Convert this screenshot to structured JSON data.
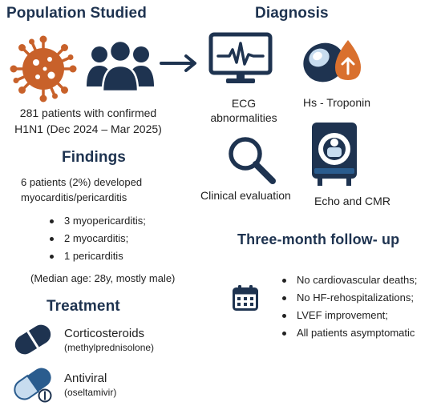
{
  "population": {
    "title": "Population Studied",
    "line1": "281 patients with confirmed",
    "line2": "H1N1 (Dec 2024 – Mar 2025)"
  },
  "diagnosis": {
    "title": "Diagnosis",
    "ecg_line1": "ECG",
    "ecg_line2": "abnormalities",
    "troponin": "Hs - Troponin",
    "clinical": "Clinical evaluation",
    "echo": "Echo and CMR"
  },
  "findings": {
    "title": "Findings",
    "line1": "6 patients (2%) developed",
    "line2": "myocarditis/pericarditis",
    "items": [
      "3 myopericarditis;",
      "2 myocarditis;",
      "1 pericarditis"
    ],
    "median": "(Median age: 28y, mostly male)"
  },
  "followup": {
    "title": "Three-month follow- up",
    "items": [
      "No cardiovascular deaths;",
      "No HF-rehospitalizations;",
      "LVEF improvement;",
      "All patients asymptomatic"
    ]
  },
  "treatment": {
    "title": "Treatment",
    "drug1_name": "Corticosteroids",
    "drug1_detail": "(methylprednisolone)",
    "drug2_name": "Antiviral",
    "drug2_detail": "(oseltamivir)"
  },
  "colors": {
    "navy": "#1e3350",
    "virus": "#c8612a",
    "orange": "#d9702e",
    "blue": "#2a5c8e",
    "light_blue": "#c7dcef"
  }
}
